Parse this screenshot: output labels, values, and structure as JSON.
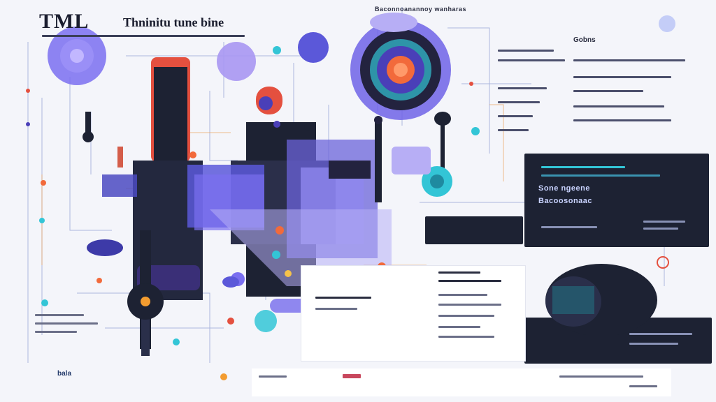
{
  "header": {
    "title": "TML",
    "subtitle": "Thninitu tune bine",
    "top_caption": "Baconnoanannoy wanharas"
  },
  "side_panel": {
    "heading": "Gobns"
  },
  "dark_panel": {
    "line_1": "Sone ngeene",
    "line_2": "Bacoosonaac"
  },
  "bottom_label": "bala",
  "palette": {
    "navy": "#1d2233",
    "purple": "#7a6ff0",
    "lavender": "#b7aef5",
    "teal": "#33c5d6",
    "orange": "#f26a3b",
    "red": "#e4503f",
    "background": "#f4f5fa"
  }
}
